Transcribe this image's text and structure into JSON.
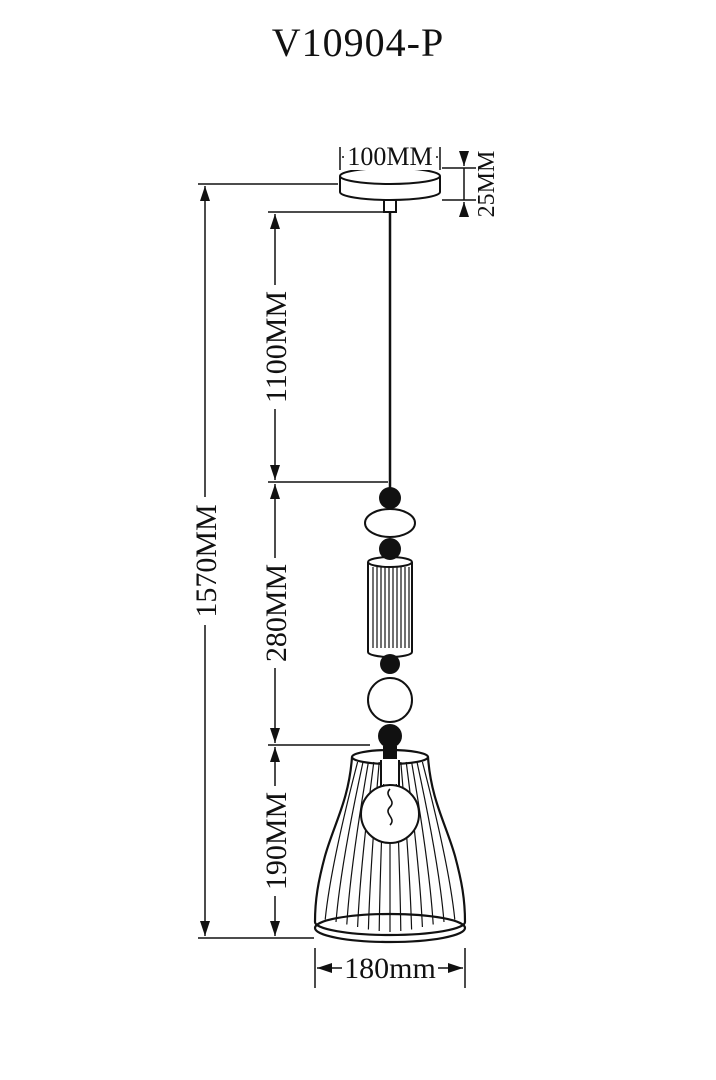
{
  "title": "V10904-P",
  "colors": {
    "ink": "#111111",
    "background": "#ffffff"
  },
  "dimensions": {
    "canopy_width": "100MM",
    "canopy_height": "25MM",
    "suspension_length": "1100MM",
    "overall_height": "1570MM",
    "decor_stack_height": "280MM",
    "shade_height": "190MM",
    "shade_diameter": "180mm"
  }
}
